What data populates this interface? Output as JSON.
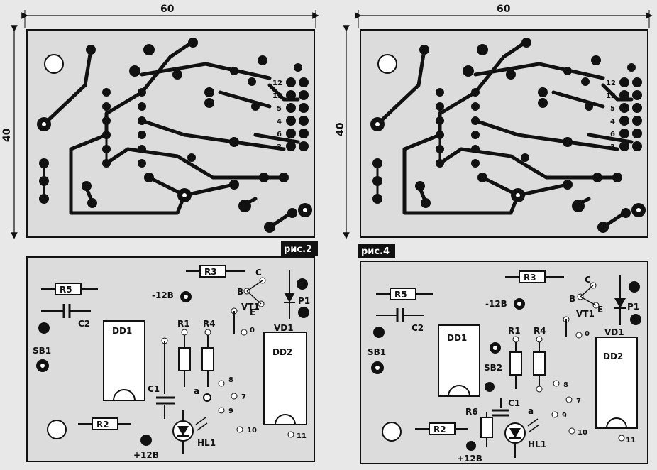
{
  "figures": {
    "fig2": {
      "caption": "рис.2",
      "width_label": "60",
      "height_label": "40"
    },
    "fig4": {
      "caption": "рис.4",
      "width_label": "60",
      "height_label": "40"
    }
  },
  "connector_pins": [
    "12",
    "13",
    "5",
    "4",
    "6",
    "3"
  ],
  "layout_left": {
    "components": {
      "r3": "R3",
      "r5": "R5",
      "c2": "C2",
      "sb1": "SB1",
      "dd1": "DD1",
      "r1": "R1",
      "r4": "R4",
      "c1": "C1",
      "r2": "R2",
      "hl1": "HL1",
      "vt1": "VT1",
      "vd1": "VD1",
      "p1": "P1",
      "dd2": "DD2"
    },
    "supply_minus": "-12B",
    "supply_plus": "+12B",
    "transistor_pins": {
      "c": "C",
      "b": "B",
      "e": "E"
    },
    "node_a": "a",
    "pins": {
      "p0": "0",
      "p7": "7",
      "p8": "8",
      "p9": "9",
      "p10": "10",
      "p11": "11"
    }
  },
  "layout_right": {
    "components": {
      "r3": "R3",
      "r5": "R5",
      "c2": "C2",
      "sb1": "SB1",
      "sb2": "SB2",
      "dd1": "DD1",
      "r1": "R1",
      "r4": "R4",
      "c1": "C1",
      "r2": "R2",
      "r6": "R6",
      "hl1": "HL1",
      "vt1": "VT1",
      "vd1": "VD1",
      "p1": "P1",
      "dd2": "DD2"
    },
    "supply_minus": "-12B",
    "supply_plus": "+12B",
    "transistor_pins": {
      "c": "C",
      "b": "B",
      "e": "E"
    },
    "node_a": "a",
    "pins": {
      "p0": "0",
      "p7": "7",
      "p8": "8",
      "p9": "9",
      "p10": "10",
      "p11": "11"
    }
  },
  "colors": {
    "ink": "#111111",
    "paper": "#e8e8e8",
    "board": "#dcdcdc"
  }
}
